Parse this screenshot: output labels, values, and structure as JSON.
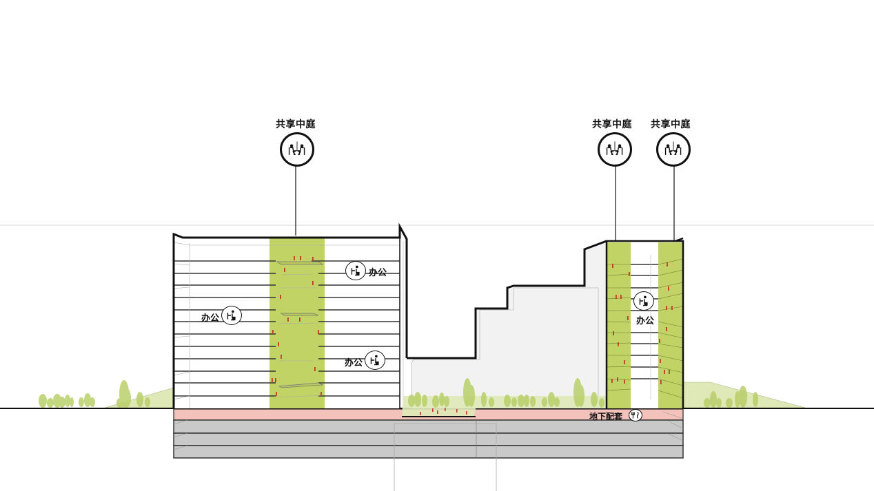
{
  "diagram": {
    "type": "architectural-section",
    "colors": {
      "green_atrium": "#c2d365",
      "green_landscape": "#dfe9b8",
      "tree": "#b9cf6a",
      "basement_retail": "#f3c2bb",
      "basement_parking": "#c9c9c9",
      "podium": "#f2f2f2",
      "outline": "#111111",
      "people": "#c0392b"
    },
    "callouts": [
      {
        "id": "atrium-left",
        "label": "共享中庭",
        "icon": "meeting-icon"
      },
      {
        "id": "atrium-right-1",
        "label": "共享中庭",
        "icon": "meeting-icon"
      },
      {
        "id": "atrium-right-2",
        "label": "共享中庭",
        "icon": "meeting-icon"
      }
    ],
    "office_labels": [
      {
        "id": "office-left-upper-right",
        "label": "办公",
        "icon": "office-desk-icon"
      },
      {
        "id": "office-left-middle-left",
        "label": "办公",
        "icon": "office-desk-icon"
      },
      {
        "id": "office-left-lower-right",
        "label": "办公",
        "icon": "office-desk-icon"
      },
      {
        "id": "office-right-tower",
        "label": "办公",
        "icon": "office-desk-icon"
      }
    ],
    "basement": {
      "label": "地下配套",
      "icon": "dining-icon"
    }
  }
}
